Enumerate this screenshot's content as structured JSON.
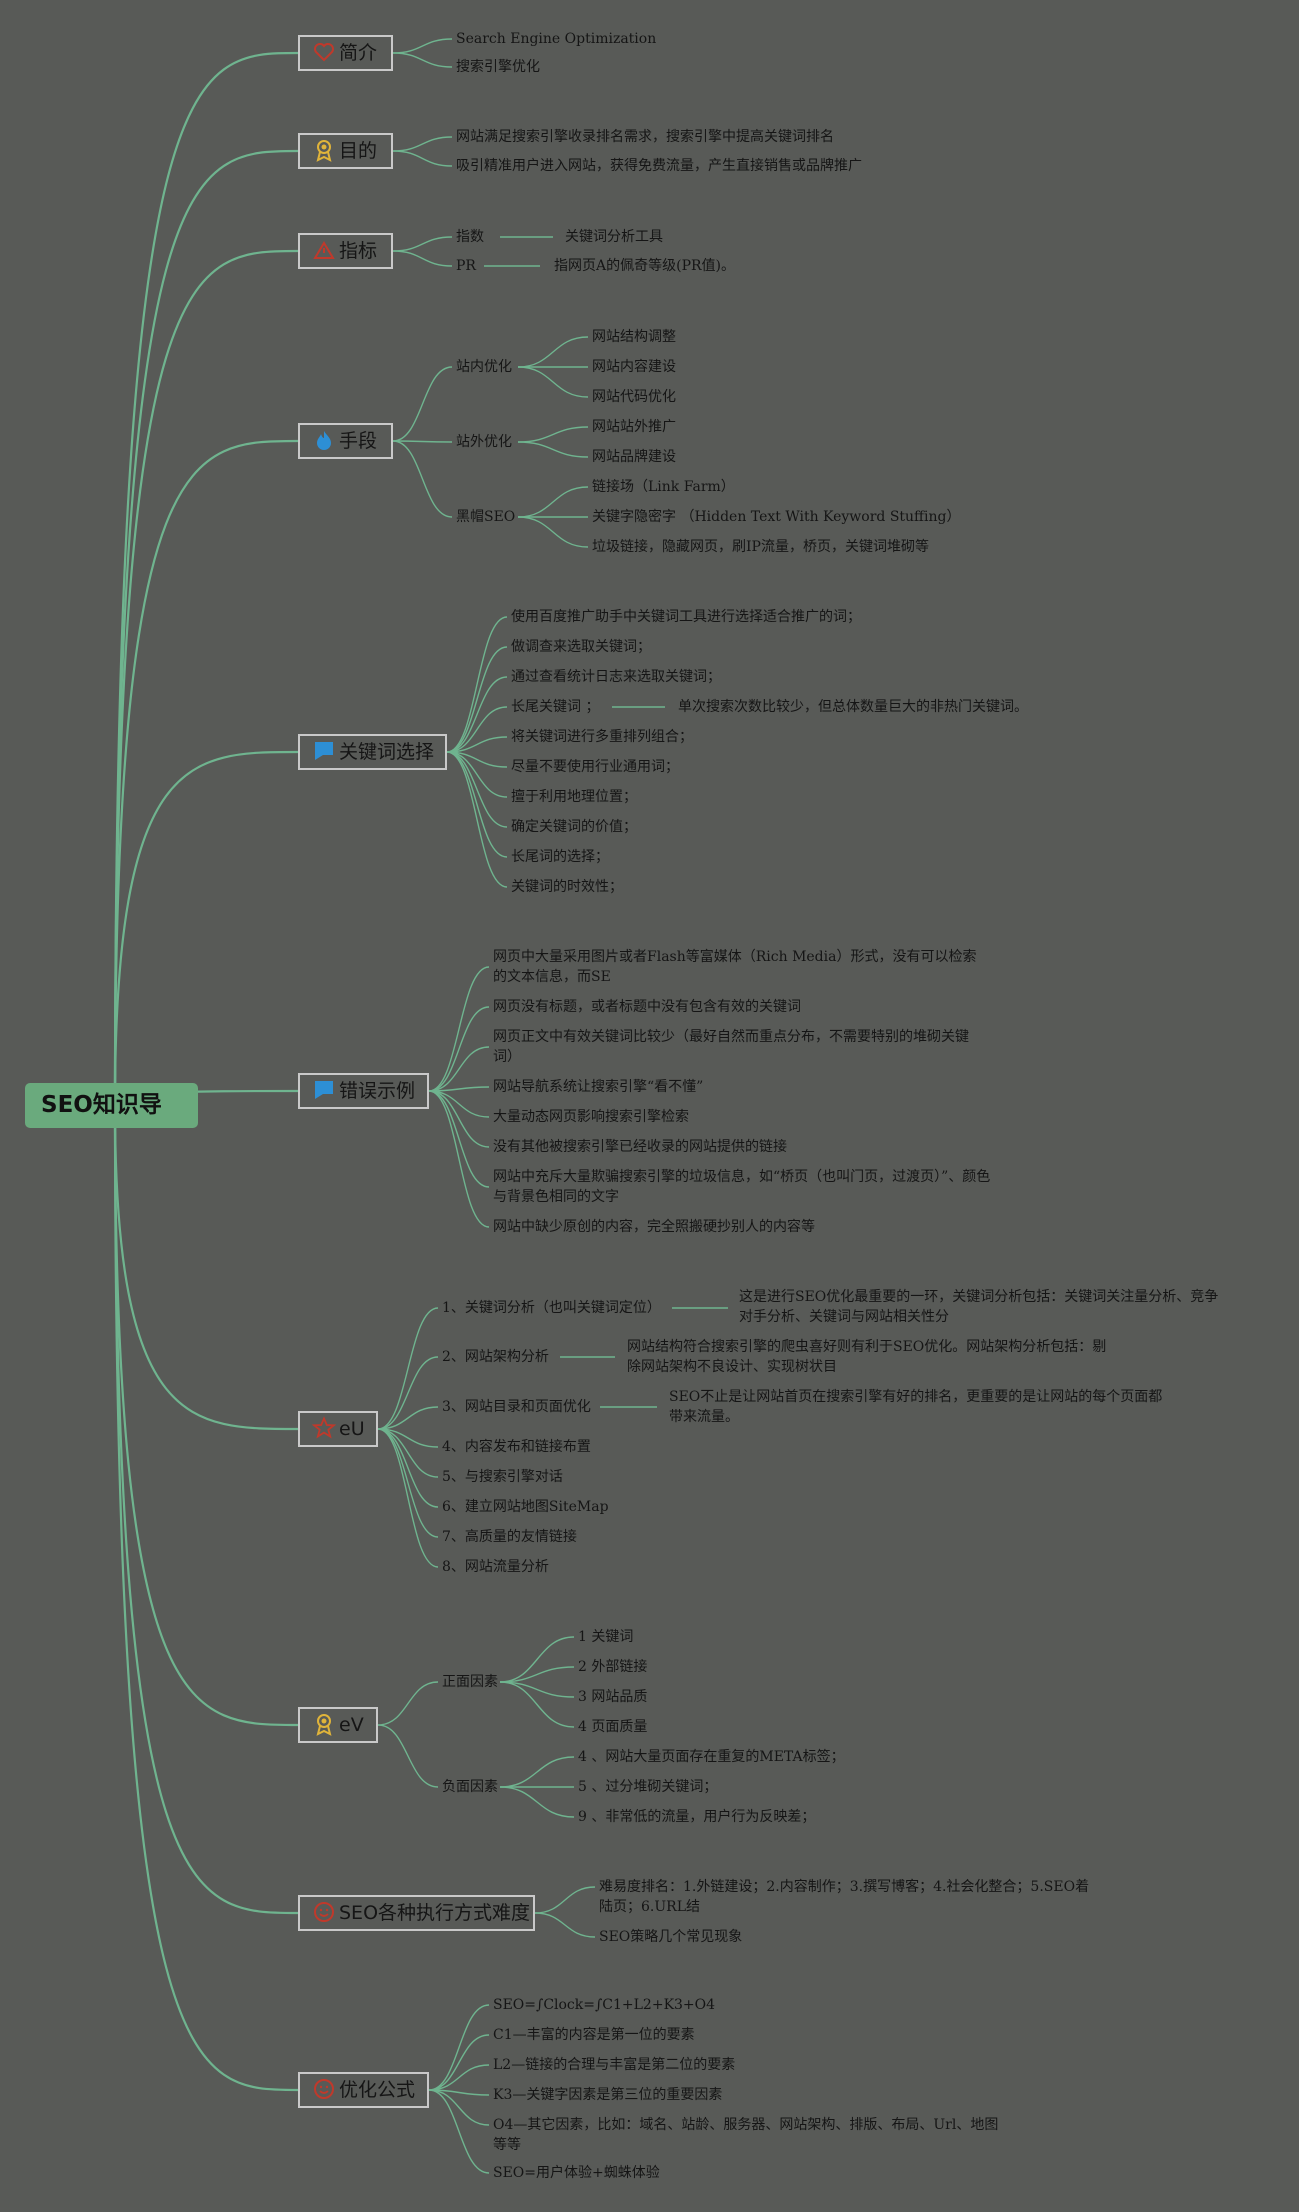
{
  "root": "SEO知识导",
  "topics": {
    "intro": "简介",
    "goal": "目的",
    "metric": "指标",
    "means": "手段",
    "kw": "关键词选择",
    "err": "错误示例",
    "eu": "eU",
    "ev": "eV",
    "diff": "SEO各种执行方式难度",
    "formula": "优化公式"
  },
  "intro": [
    "Search Engine Optimization",
    "搜索引擎优化"
  ],
  "goal": [
    "网站满足搜索引擎收录排名需求，搜索引擎中提高关键词排名",
    "吸引精准用户进入网站，获得免费流量，产生直接销售或品牌推广"
  ],
  "metric": {
    "a": "指数",
    "a_child": "关键词分析工具",
    "b": "PR",
    "b_child": "指网页A的佩奇等级(PR值)。"
  },
  "means": {
    "onsite": "站内优化",
    "onsite_items": [
      "网站结构调整",
      "网站内容建设",
      "网站代码优化"
    ],
    "offsite": "站外优化",
    "offsite_items": [
      "网站站外推广",
      "网站品牌建设"
    ],
    "black": "黑帽SEO",
    "black_items": [
      "链接场（Link Farm）",
      "关键字隐密字 （Hidden Text With Keyword Stuffing）",
      "垃圾链接，隐藏网页，刷IP流量，桥页，关键词堆砌等"
    ]
  },
  "kw": {
    "items": [
      "使用百度推广助手中关键词工具进行选择适合推广的词；",
      "做调查来选取关键词；",
      "通过查看统计日志来选取关键词；",
      "长尾关键词 ；",
      "将关键词进行多重排列组合；",
      "尽量不要使用行业通用词；",
      "擅于利用地理位置；",
      "确定关键词的价值；",
      "长尾词的选择；",
      "关键词的时效性；"
    ],
    "longtail_child": "单次搜索次数比较少，但总体数量巨大的非热门关键词。"
  },
  "err": [
    "网页中大量采用图片或者Flash等富媒体（Rich Media）形式，没有可以检索的文本信息，而SE",
    "网页没有标题，或者标题中没有包含有效的关键词",
    "网页正文中有效关键词比较少（最好自然而重点分布，不需要特别的堆砌关键词）",
    "网站导航系统让搜索引擎“看不懂”",
    "大量动态网页影响搜索引擎检索",
    "没有其他被搜索引擎已经收录的网站提供的链接",
    "网站中充斥大量欺骗搜索引擎的垃圾信息，如“桥页（也叫门页，过渡页）”、颜色与背景色相同的文字",
    "网站中缺少原创的内容，完全照搬硬抄别人的内容等"
  ],
  "eu": {
    "items": [
      "1、关键词分析（也叫关键词定位）",
      "2、网站架构分析",
      "3、网站目录和页面优化",
      "4、内容发布和链接布置",
      "5、与搜索引擎对话",
      "6、建立网站地图SiteMap",
      "7、高质量的友情链接",
      "8、网站流量分析"
    ],
    "c1": "这是进行SEO优化最重要的一环，关键词分析包括：关键词关注量分析、竞争对手分析、关键词与网站相关性分",
    "c2": "网站结构符合搜索引擎的爬虫喜好则有利于SEO优化。网站架构分析包括：剔除网站架构不良设计、实现树状目",
    "c3": "SEO不止是让网站首页在搜索引擎有好的排名，更重要的是让网站的每个页面都带来流量。"
  },
  "ev": {
    "pos": "正面因素",
    "pos_items": [
      "1 关键词",
      "2 外部链接",
      "3 网站品质",
      "4 页面质量"
    ],
    "neg": "负面因素",
    "neg_items": [
      "4 、网站大量页面存在重复的META标签；",
      "5 、过分堆砌关键词；",
      "9 、非常低的流量，用户行为反映差；"
    ]
  },
  "diff": [
    "难易度排名：1.外链建设；2.内容制作；3.撰写博客；4.社会化整合；5.SEO着陆页；6.URL结",
    "SEO策略几个常见现象"
  ],
  "formula": [
    "SEO=∫Clock=∫C1+L2+K3+O4",
    "C1—丰富的内容是第一位的要素",
    "L2—链接的合理与丰富是第二位的要素",
    "K3—关键字因素是第三位的重要因素",
    "O4—其它因素，比如：域名、站龄、服务器、网站架构、排版、布局、Url、地图等等",
    "SEO=用户体验+蜘蛛体验"
  ],
  "colors": {
    "background": "#585a57",
    "root_fill": "#6aaa7d",
    "edge": "#6fb48f",
    "topic_border": "#c9c9c9",
    "icon_red": "#c0392b",
    "icon_gold": "#e0b43a",
    "icon_blue": "#2d8fd5"
  },
  "icons": {
    "intro": "heart-icon",
    "goal": "medal-icon",
    "metric": "warning-icon",
    "means": "flame-icon",
    "kw": "flag-icon",
    "err": "flag-icon",
    "eu": "star-icon",
    "ev": "medal-icon",
    "diff": "smiley-icon",
    "formula": "smiley-icon"
  }
}
